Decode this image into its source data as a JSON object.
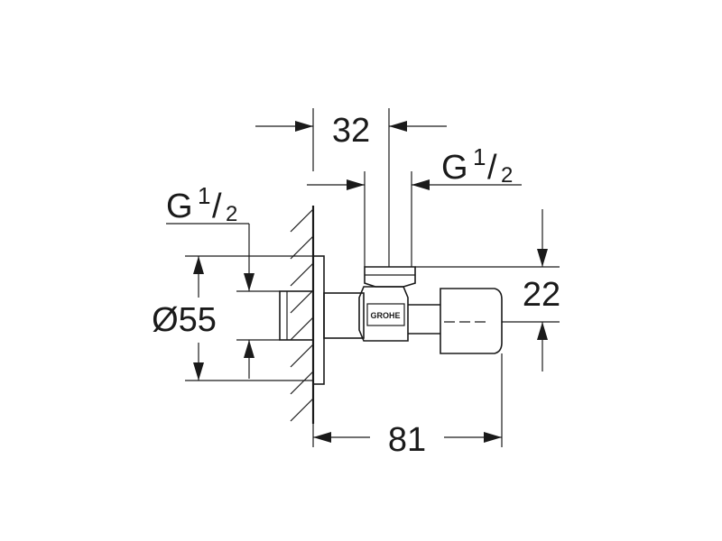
{
  "dimensions": {
    "width_32": "32",
    "thread_top": {
      "letter": "G",
      "numerator": "1",
      "denominator": "2"
    },
    "thread_left": {
      "letter": "G",
      "numerator": "1",
      "denominator": "2"
    },
    "diameter_55": "Ø55",
    "height_22": "22",
    "length_81": "81"
  },
  "logo_text": "GROHE"
}
